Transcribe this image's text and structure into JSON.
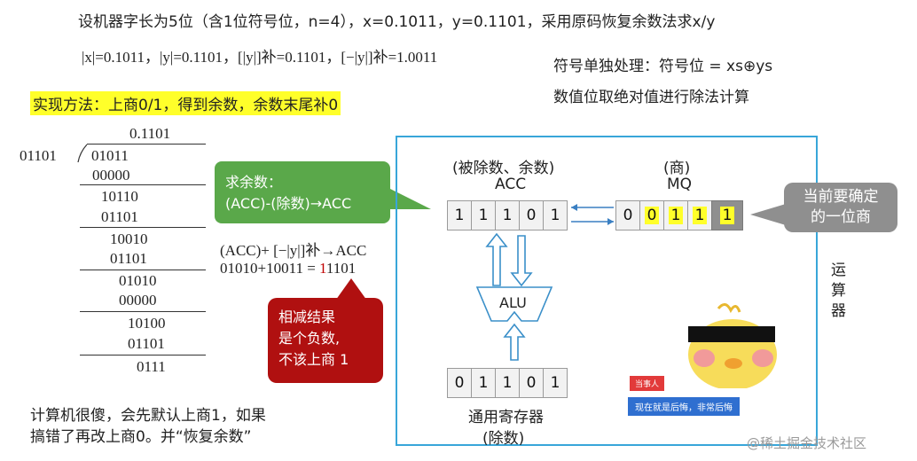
{
  "header": {
    "line1": "设机器字长为5位（含1位符号位，n=4），x=0.1011，y=0.1101，采用原码恢复余数法求x/y",
    "line2": "|x|=0.1011，|y|=0.1101，[|y|]补=0.1101，[−|y|]补=1.0011",
    "sign_rule_1": "符号单独处理：符号位 = xs⊕ys",
    "sign_rule_2": "数值位取绝对值进行除法计算"
  },
  "method_banner": "实现方法：上商0/1，得到余数，余数末尾补0",
  "division": {
    "quotient": "0.1101",
    "divisor": "01101",
    "dividend": "01011",
    "steps": [
      "00000",
      "10110",
      "01101",
      "10010",
      "01101",
      "01010",
      "00000",
      "10100",
      "01101",
      "0111"
    ]
  },
  "callout_remainder": {
    "line1": "求余数：",
    "line2": "(ACC)-(除数)→ACC"
  },
  "formula": {
    "line1": "(ACC)+ [−|y|]补→ACC",
    "line2_a": "01010+10011 = ",
    "line2_b": "1",
    "line2_c": "1101"
  },
  "callout_negative": {
    "line1": "相减结果",
    "line2": "是个负数,",
    "line3": "不该上商 1"
  },
  "bottom_note": {
    "line1": "计算机很傻，会先默认上商1，如果",
    "line2": "搞错了再改上商0。并“恢复余数”"
  },
  "acc": {
    "caption1": "(被除数、余数)",
    "caption2": "ACC",
    "bits": [
      "1",
      "1",
      "1",
      "0",
      "1"
    ]
  },
  "mq": {
    "caption1": "(商)",
    "caption2": "MQ",
    "bits": [
      "0",
      "0",
      "1",
      "1",
      "1"
    ]
  },
  "alu_label": "ALU",
  "register": {
    "bits": [
      "0",
      "1",
      "1",
      "0",
      "1"
    ],
    "caption1": "通用寄存器",
    "caption2": "(除数)"
  },
  "callout_current": {
    "line1": "当前要确定",
    "line2": "的一位商"
  },
  "side_label": [
    "运",
    "算",
    "器"
  ],
  "sticker": {
    "tag": "当事人",
    "caption": "现在就是后悔，非常后悔"
  },
  "watermark": "@稀土掘金技术社区",
  "colors": {
    "panel_border": "#38a6d9",
    "green_callout": "#5aa84a",
    "red_callout": "#b01010",
    "gray_callout": "#8f8f8f",
    "highlight": "#ffff2a"
  }
}
